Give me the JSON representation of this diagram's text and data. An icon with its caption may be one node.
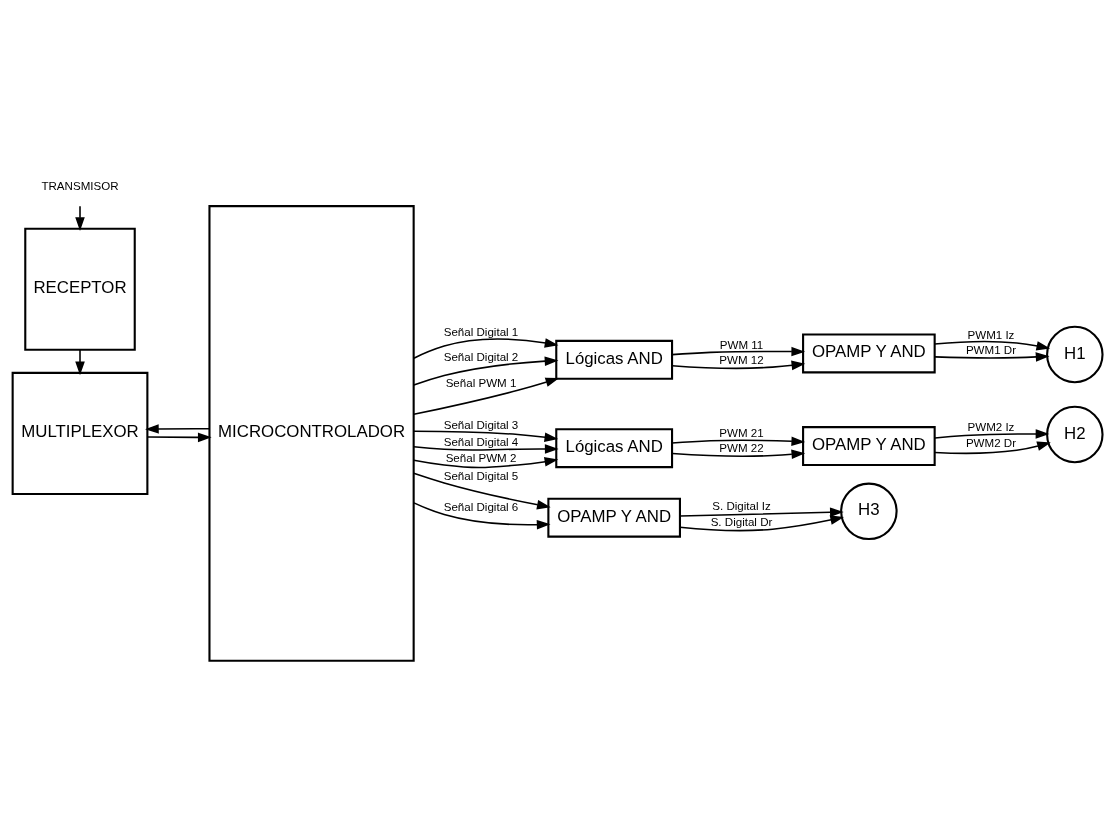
{
  "diagram": {
    "nodes": [
      {
        "text": [
          "TRANSMISOR"
        ]
      },
      {
        "text": [
          "RECEPTOR"
        ]
      },
      {
        "text": [
          "MULTIPLEXOR"
        ]
      },
      {
        "text": [
          "MICROCONTROLADOR"
        ]
      },
      {
        "text": [
          "Lógicas AND"
        ]
      },
      {
        "text": [
          "OPAMP Y AND"
        ]
      },
      {
        "text": [
          "H1"
        ]
      },
      {
        "text": [
          "Lógicas AND"
        ]
      },
      {
        "text": [
          "OPAMP Y AND"
        ]
      },
      {
        "text": [
          "H2"
        ]
      },
      {
        "text": [
          "OPAMP Y AND"
        ]
      },
      {
        "text": [
          "H3"
        ]
      }
    ],
    "edges": [
      {
        "from": 0,
        "to": 1,
        "arrow": "to"
      },
      {
        "from": 1,
        "to": 2,
        "arrow": "to"
      },
      {
        "from": 2,
        "to": 3,
        "arrow": "to"
      },
      {
        "from": 3,
        "to": 2,
        "arrow": "to"
      },
      {
        "from": 3,
        "to": 4,
        "arrow": "to",
        "label": "Señal Digital 1"
      },
      {
        "from": 3,
        "to": 4,
        "arrow": "to",
        "label": "Señal Digital 2"
      },
      {
        "from": 3,
        "to": 4,
        "arrow": "to",
        "label": "Señal PWM 1"
      },
      {
        "from": 4,
        "to": 5,
        "arrow": "to",
        "label": "PWM 11"
      },
      {
        "from": 4,
        "to": 5,
        "arrow": "to",
        "label": "PWM 12"
      },
      {
        "from": 5,
        "to": 6,
        "arrow": "to",
        "label": "PWM1 Iz"
      },
      {
        "from": 5,
        "to": 6,
        "arrow": "to",
        "label": "PWM1 Dr"
      },
      {
        "from": 3,
        "to": 7,
        "arrow": "to",
        "label": "Señal Digital 3"
      },
      {
        "from": 3,
        "to": 7,
        "arrow": "to",
        "label": "Señal Digital 4"
      },
      {
        "from": 3,
        "to": 7,
        "arrow": "to",
        "label": "Señal PWM 2"
      },
      {
        "from": 7,
        "to": 8,
        "arrow": "to",
        "label": "PWM 21"
      },
      {
        "from": 7,
        "to": 8,
        "arrow": "to",
        "label": "PWM 22"
      },
      {
        "from": 8,
        "to": 9,
        "arrow": "to",
        "label": "PWM2 Iz"
      },
      {
        "from": 8,
        "to": 9,
        "arrow": "to",
        "label": "PWM2 Dr"
      },
      {
        "from": 3,
        "to": 10,
        "arrow": "to",
        "label": "Señal Digital 5"
      },
      {
        "from": 3,
        "to": 10,
        "arrow": "to",
        "label": "Señal Digital 6"
      },
      {
        "from": 10,
        "to": 11,
        "arrow": "to",
        "label": "S. Digital Iz"
      },
      {
        "from": 10,
        "to": 11,
        "arrow": "to",
        "label": "S. Digital Dr"
      }
    ]
  }
}
